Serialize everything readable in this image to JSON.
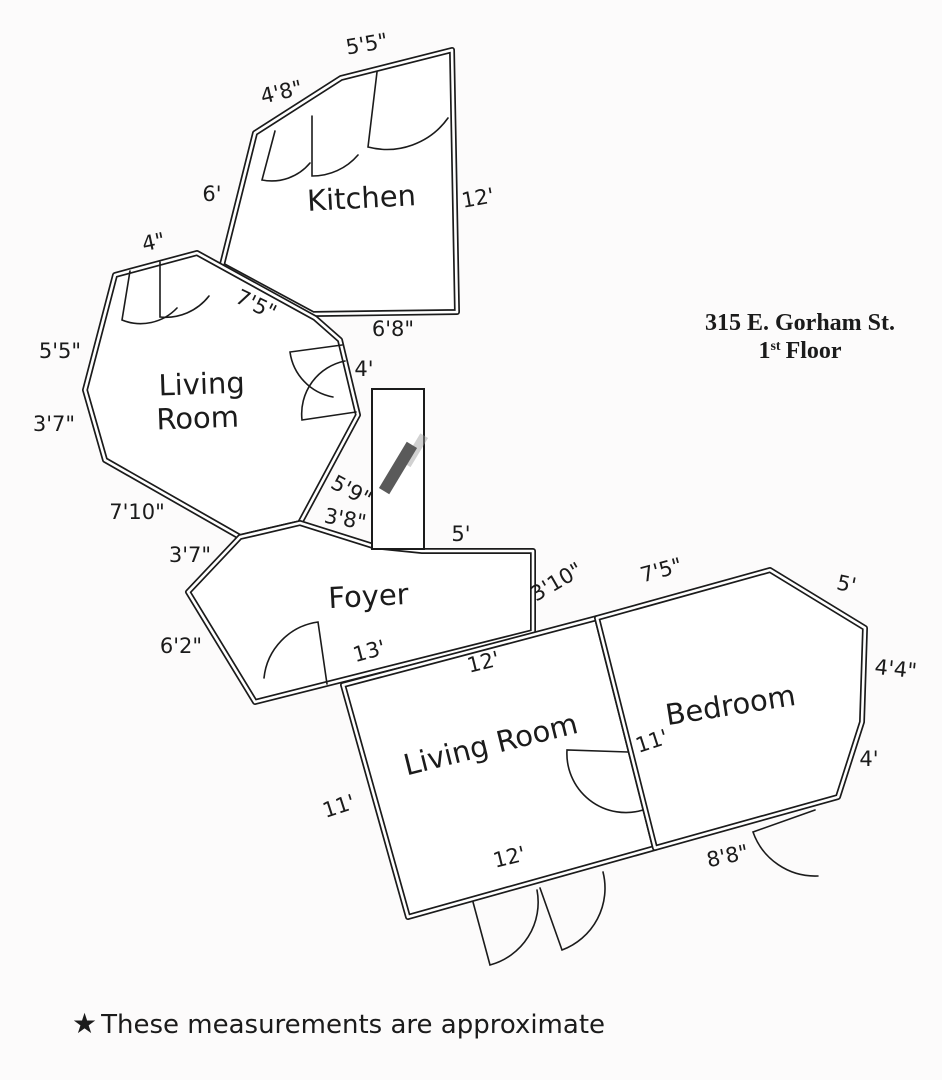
{
  "title": {
    "line1": "315 E. Gorham St.",
    "floor_number": "1",
    "floor_ordinal": "st",
    "floor_word": "Floor"
  },
  "note": {
    "star": "★",
    "text": "These measurements are approximate"
  },
  "rooms": {
    "kitchen": {
      "name": "Kitchen"
    },
    "living_upper": {
      "name_line1": "Living",
      "name_line2": "Room"
    },
    "foyer": {
      "name": "Foyer"
    },
    "living_lower": {
      "name": "Living Room"
    },
    "bedroom": {
      "name": "Bedroom"
    }
  },
  "dimensions": {
    "kitchen_top": "5'5\"",
    "kitchen_upper_left": "4'8\"",
    "kitchen_left": "6'",
    "kitchen_right": "12'",
    "kitchen_bottom": "6'8\"",
    "living_upper_top": "4\"",
    "living_upper_top_right": "7'5\"",
    "living_upper_left_upper": "5'5\"",
    "living_upper_left_lower": "3'7\"",
    "living_upper_bottom_left": "7'10\"",
    "living_upper_right": "4'",
    "living_upper_bottom_right": "5'9\"",
    "living_upper_bottom": "3'8\"",
    "foyer_left_upper": "3'7\"",
    "foyer_left_lower": "6'2\"",
    "foyer_top": "5'",
    "foyer_right": "3'10\"",
    "foyer_bottom": "13'",
    "living_lower_top": "12'",
    "living_lower_left": "11'",
    "living_lower_bottom": "12'",
    "living_lower_divider": "11'",
    "bedroom_top": "7'5\"",
    "bedroom_top_right": "5'",
    "bedroom_right_upper": "4'4\"",
    "bedroom_right_lower": "4'",
    "bedroom_bottom": "8'8\""
  },
  "colors": {
    "ink": "#1b1b1b",
    "paper": "#fcfbfb",
    "stair_stripe": "#5a5a5a"
  }
}
